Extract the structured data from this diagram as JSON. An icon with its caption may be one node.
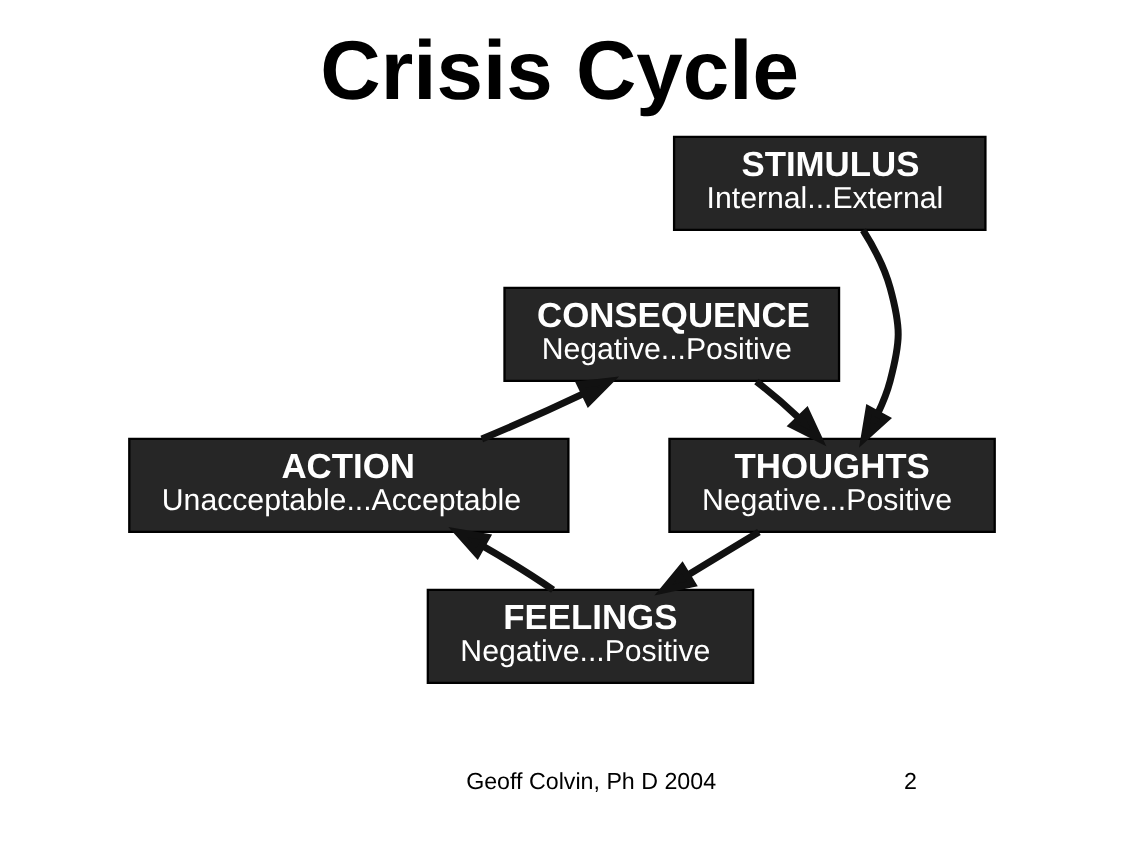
{
  "diagram": {
    "title": "Crisis Cycle",
    "nodes": [
      {
        "text": [
          "STIMULUS",
          "Internal...External"
        ]
      },
      {
        "text": [
          "CONSEQUENCE",
          "Negative...Positive"
        ]
      },
      {
        "text": [
          "ACTION",
          "Unacceptable...Acceptable"
        ]
      },
      {
        "text": [
          "THOUGHTS",
          "Negative...Positive"
        ]
      },
      {
        "text": [
          "FEELINGS",
          "Negative...Positive"
        ]
      }
    ],
    "edges": [
      {
        "from": 0,
        "to": 3,
        "arrow": "to"
      },
      {
        "from": 1,
        "to": 3,
        "arrow": "to"
      },
      {
        "from": 3,
        "to": 4,
        "arrow": "to"
      },
      {
        "from": 4,
        "to": 2,
        "arrow": "to"
      },
      {
        "from": 2,
        "to": 1,
        "arrow": "to"
      }
    ],
    "labels": [
      "Geoff Colvin, Ph D 2004",
      "2"
    ]
  }
}
